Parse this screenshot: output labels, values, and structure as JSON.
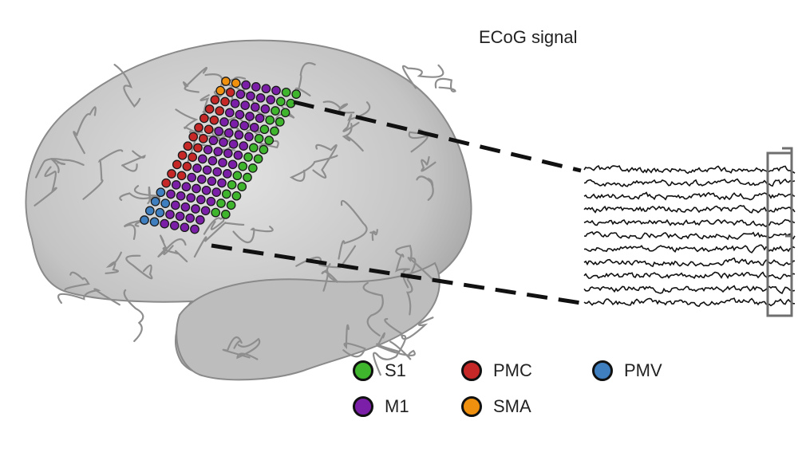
{
  "title": "ECoG signal",
  "regions": {
    "s1": {
      "label": "S1",
      "color": "#3fb52e"
    },
    "m1": {
      "label": "M1",
      "color": "#7b1fa8"
    },
    "pmc": {
      "label": "PMC",
      "color": "#c62828"
    },
    "sma": {
      "label": "SMA",
      "color": "#f0900f"
    },
    "pmv": {
      "label": "PMV",
      "color": "#3f7fc0"
    }
  },
  "colors": {
    "brain_fill": "#c9c9c9",
    "brain_shade": "#9a9a9a",
    "trace": "#111111",
    "bracket": "#6f6f6f"
  },
  "signal": {
    "channel_count": 11
  }
}
